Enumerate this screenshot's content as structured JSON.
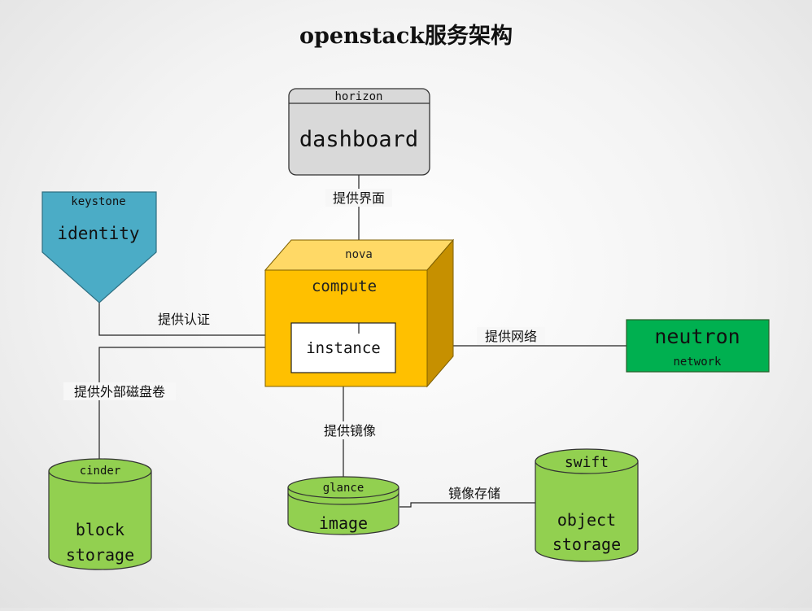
{
  "title": "openstack服务架构",
  "horizon": {
    "header": "horizon",
    "label": "dashboard"
  },
  "keystone": {
    "header": "keystone",
    "label": "identity"
  },
  "nova": {
    "header": "nova",
    "label": "compute",
    "instance": "instance"
  },
  "neutron": {
    "header": "neutron",
    "label": "network"
  },
  "cinder": {
    "header": "cinder",
    "line1": "block",
    "line2": "storage"
  },
  "glance": {
    "header": "glance",
    "label": "image"
  },
  "swift": {
    "header": "swift",
    "line1": "object",
    "line2": "storage"
  },
  "edges": {
    "ui": "提供界面",
    "auth": "提供认证",
    "network": "提供网络",
    "volume": "提供外部磁盘卷",
    "image": "提供镜像",
    "store": "镜像存储"
  },
  "colors": {
    "horizon_fill": "#d9d9d9",
    "keystone_fill": "#4bacc6",
    "nova_front": "#ffc000",
    "nova_top": "#ffd966",
    "nova_side": "#c69000",
    "neutron_fill": "#00b050",
    "storage_fill": "#92d050"
  }
}
